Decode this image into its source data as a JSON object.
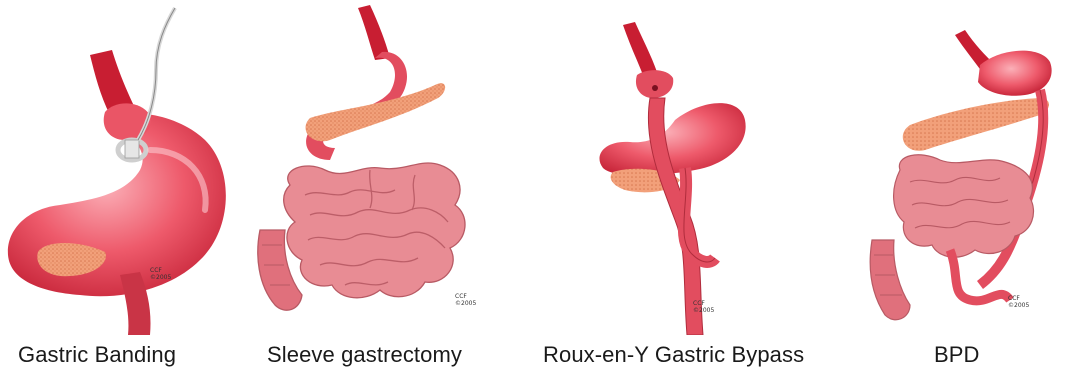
{
  "procedures": [
    {
      "label": "Gastric Banding",
      "ccf": "CCF",
      "ccf_year": "©2005"
    },
    {
      "label": "Sleeve gastrectomy",
      "ccf": "CCF",
      "ccf_year": "©2005"
    },
    {
      "label": "Roux-en-Y Gastric Bypass",
      "ccf": "CCF",
      "ccf_year": "©2005"
    },
    {
      "label": "BPD",
      "ccf": "CCF",
      "ccf_year": "©2005"
    }
  ],
  "colors": {
    "stomach": "#e8475a",
    "stomach_light": "#f59aa5",
    "intestine": "#e98c93",
    "pancreas": "#f0a070",
    "esophagus": "#c81e32",
    "band": "#d0d0d0"
  }
}
